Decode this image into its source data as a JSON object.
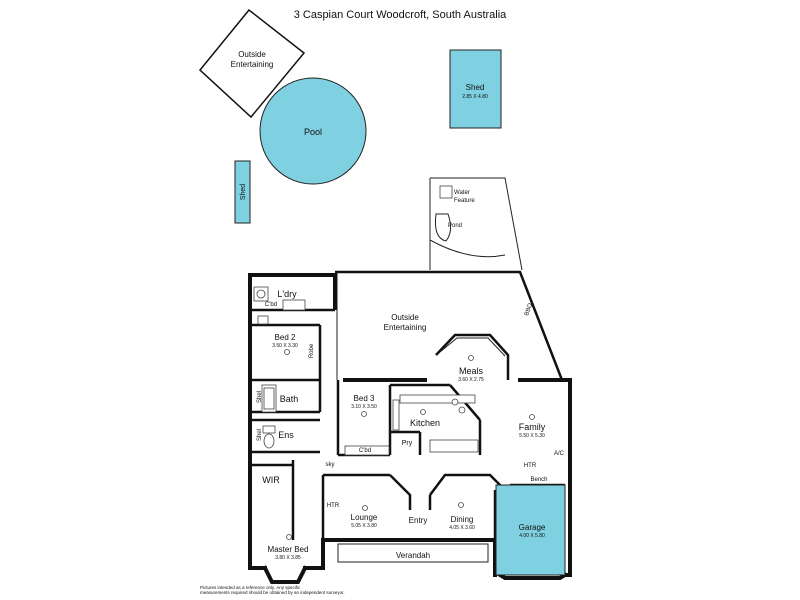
{
  "title": "3 Caspian Court Woodcroft, South Australia",
  "colors": {
    "water": "#7fd0e0",
    "wall": "#111111"
  },
  "labels": {
    "outside_entertaining_top": [
      "Outside",
      "Entertaining"
    ],
    "pool": "Pool",
    "shed_big": "Shed",
    "shed_big_dims": "2.85 X 4.80",
    "shed_small": "Shed",
    "water_feature": [
      "Water",
      "Feature"
    ],
    "pond": "Pond",
    "bbq": "BBQ",
    "outside_entertaining_main": [
      "Outside",
      "Entertaining"
    ],
    "laundry": "L'dry",
    "cbd": "C'bd",
    "bed2": "Bed 2",
    "bed2_dims": "3.50 X 3.30",
    "robe": "Robe",
    "shelf": "Shel",
    "bath": "Bath",
    "ens": "Ens",
    "bed3": "Bed 3",
    "bed3_dims": "3.10 X 3.50",
    "meals": "Meals",
    "meals_dims": "3.60 X 2.75",
    "kitchen": "Kitchen",
    "pantry": "Pry",
    "family": "Family",
    "family_dims": "5.50 X 5.30",
    "ac": "A/C",
    "sky": "sky",
    "wir": "WIR",
    "htr_family": "HTR",
    "bench": "Bench",
    "htr_lounge": "HTR",
    "lounge": "Lounge",
    "lounge_dims": "5.05 X 3.80",
    "entry": "Entry",
    "dining": "Dining",
    "dining_dims": "4.05 X 3.60",
    "garage": "Garage",
    "garage_dims": "4.00 X 5.80",
    "master_bed": "Master Bed",
    "master_bed_dims": "3.80 X 3.85",
    "verandah": "Verandah",
    "disclaimer": [
      "Pictures intended as a reference only. Any specific",
      "measurements required should be obtained by an independent surveyor."
    ]
  }
}
